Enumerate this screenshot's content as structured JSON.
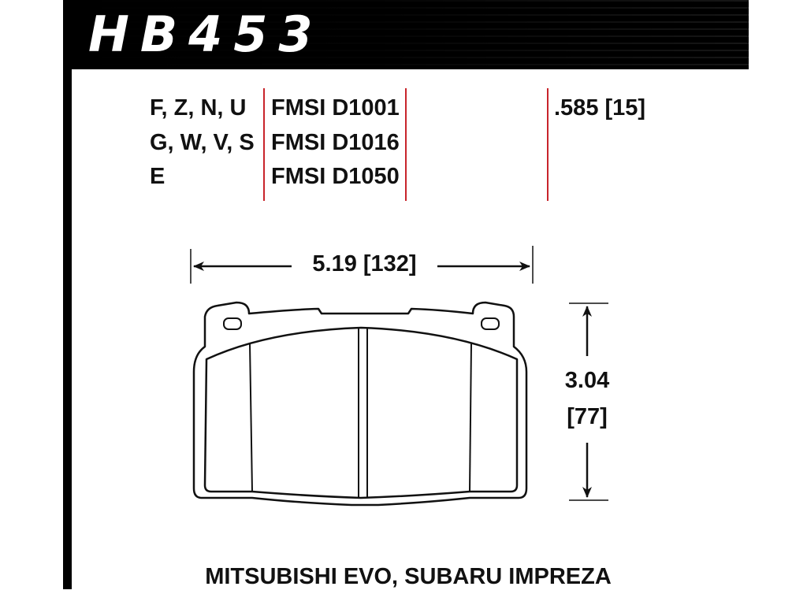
{
  "header": {
    "part_number": "HB453"
  },
  "specs": {
    "applications": [
      "F, Z, N, U",
      "G, W, V, S",
      "E"
    ],
    "fmsi": [
      "FMSI D1001",
      "FMSI D1016",
      "FMSI D1050"
    ],
    "thickness": ".585 [15]"
  },
  "dimensions": {
    "width_label": "5.19 [132]",
    "height_label_in": "3.04",
    "height_label_mm": "[77]"
  },
  "vehicles": "MITSUBISHI EVO, SUBARU IMPREZA",
  "colors": {
    "accent_red": "#c8242b",
    "outline": "#111111"
  }
}
